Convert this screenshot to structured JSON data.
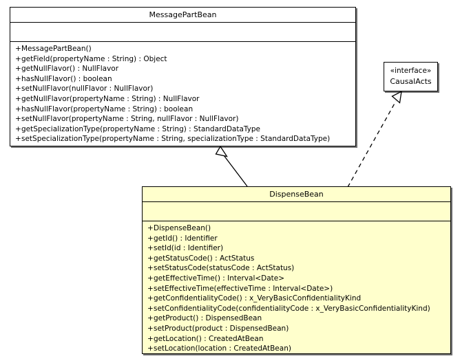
{
  "diagram": {
    "type": "uml-class-diagram",
    "background_color": "#ffffff",
    "line_color": "#000000",
    "highlight_fill": "#ffffcc",
    "plain_fill": "#ffffff"
  },
  "classes": [
    {
      "id": "message-part-bean",
      "name": "MessagePartBean",
      "fill": "#ffffff",
      "attributes": [],
      "operations": [
        {
          "visibility": "+",
          "signature": "MessagePartBean()"
        },
        {
          "visibility": "+",
          "signature": "getField(propertyName : String) : Object"
        },
        {
          "visibility": "+",
          "signature": "getNullFlavor() : NullFlavor"
        },
        {
          "visibility": "+",
          "signature": "hasNullFlavor() : boolean"
        },
        {
          "visibility": "+",
          "signature": "setNullFlavor(nullFlavor : NullFlavor)"
        },
        {
          "visibility": "+",
          "signature": "getNullFlavor(propertyName : String) : NullFlavor"
        },
        {
          "visibility": "+",
          "signature": "hasNullFlavor(propertyName : String) : boolean"
        },
        {
          "visibility": "+",
          "signature": "setNullFlavor(propertyName : String, nullFlavor : NullFlavor)"
        },
        {
          "visibility": "+",
          "signature": "getSpecializationType(propertyName : String) : StandardDataType"
        },
        {
          "visibility": "+",
          "signature": "setSpecializationType(propertyName : String, specializationType : StandardDataType)"
        }
      ]
    },
    {
      "id": "dispense-bean",
      "name": "DispenseBean",
      "fill": "#ffffcc",
      "attributes": [],
      "operations": [
        {
          "visibility": "+",
          "signature": "DispenseBean()"
        },
        {
          "visibility": "+",
          "signature": "getId() : Identifier"
        },
        {
          "visibility": "+",
          "signature": "setId(id : Identifier)"
        },
        {
          "visibility": "+",
          "signature": "getStatusCode() : ActStatus"
        },
        {
          "visibility": "+",
          "signature": "setStatusCode(statusCode : ActStatus)"
        },
        {
          "visibility": "+",
          "signature": "getEffectiveTime() : Interval<Date>"
        },
        {
          "visibility": "+",
          "signature": "setEffectiveTime(effectiveTime : Interval<Date>)"
        },
        {
          "visibility": "+",
          "signature": "getConfidentialityCode() : x_VeryBasicConfidentialityKind"
        },
        {
          "visibility": "+",
          "signature": "setConfidentialityCode(confidentialityCode : x_VeryBasicConfidentialityKind)"
        },
        {
          "visibility": "+",
          "signature": "getProduct() : DispensedBean"
        },
        {
          "visibility": "+",
          "signature": "setProduct(product : DispensedBean)"
        },
        {
          "visibility": "+",
          "signature": "getLocation() : CreatedAtBean"
        },
        {
          "visibility": "+",
          "signature": "setLocation(location : CreatedAtBean)"
        }
      ]
    }
  ],
  "interfaces": [
    {
      "id": "causal-acts",
      "stereotype": "«interface»",
      "name": "CausalActs"
    }
  ],
  "relationships": [
    {
      "id": "generalization-dispense-to-messagepart",
      "kind": "generalization",
      "line_style": "solid",
      "arrowhead": "hollow-triangle",
      "from": "DispenseBean",
      "to": "MessagePartBean"
    },
    {
      "id": "realization-dispense-to-causalacts",
      "kind": "realization",
      "line_style": "dashed",
      "arrowhead": "hollow-triangle",
      "from": "DispenseBean",
      "to": "CausalActs"
    }
  ]
}
